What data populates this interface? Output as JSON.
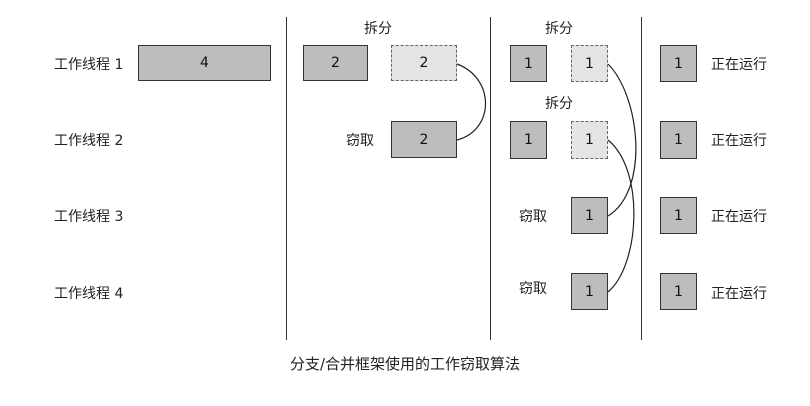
{
  "diagram": {
    "threads": [
      "工作线程 1",
      "工作线程 2",
      "工作线程 3",
      "工作线程 4"
    ],
    "stage0": {
      "task": "4"
    },
    "stage1": {
      "split_label": "拆分",
      "steal_label": "窃取",
      "t1_task": "2",
      "t1_split_task": "2",
      "t2_task": "2"
    },
    "stage2": {
      "split_label_top": "拆分",
      "split_label_mid": "拆分",
      "steal_label_3": "窃取",
      "steal_label_4": "窃取",
      "t1_task": "1",
      "t1_split_task": "1",
      "t2_task": "1",
      "t2_split_task": "1",
      "t3_task": "1",
      "t4_task": "1"
    },
    "stage3": {
      "tasks": [
        "1",
        "1",
        "1",
        "1"
      ],
      "status": [
        "正在运行",
        "正在运行",
        "正在运行",
        "正在运行"
      ]
    },
    "caption": "分支/合并框架使用的工作窃取算法"
  }
}
